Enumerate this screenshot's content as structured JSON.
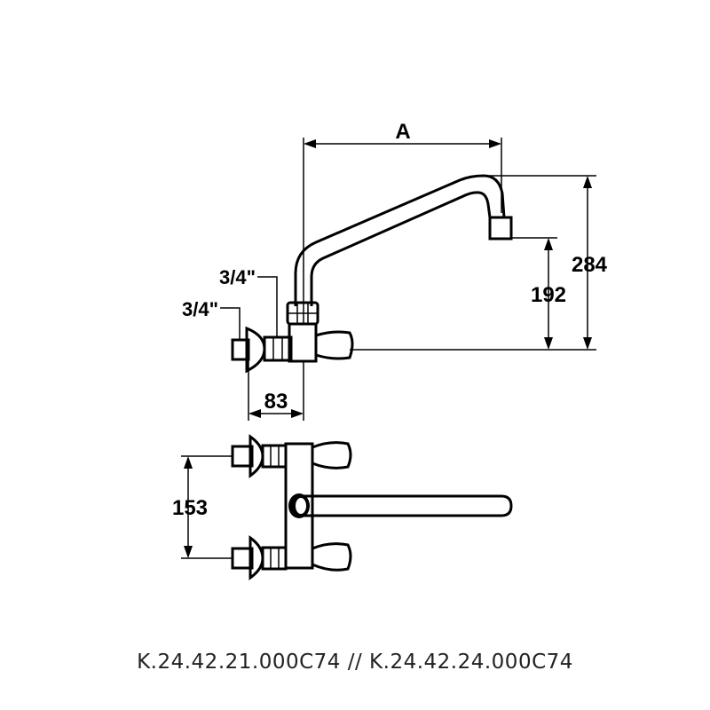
{
  "dimensions": {
    "spout_reach": "A",
    "total_height": "284",
    "spout_outlet_height": "192",
    "connection_depth": "83",
    "inlet_spacing": "153"
  },
  "threads": {
    "upper": "3/4\"",
    "lower": "3/4\""
  },
  "caption": "K.24.42.21.000C74 // K.24.42.24.000C74"
}
